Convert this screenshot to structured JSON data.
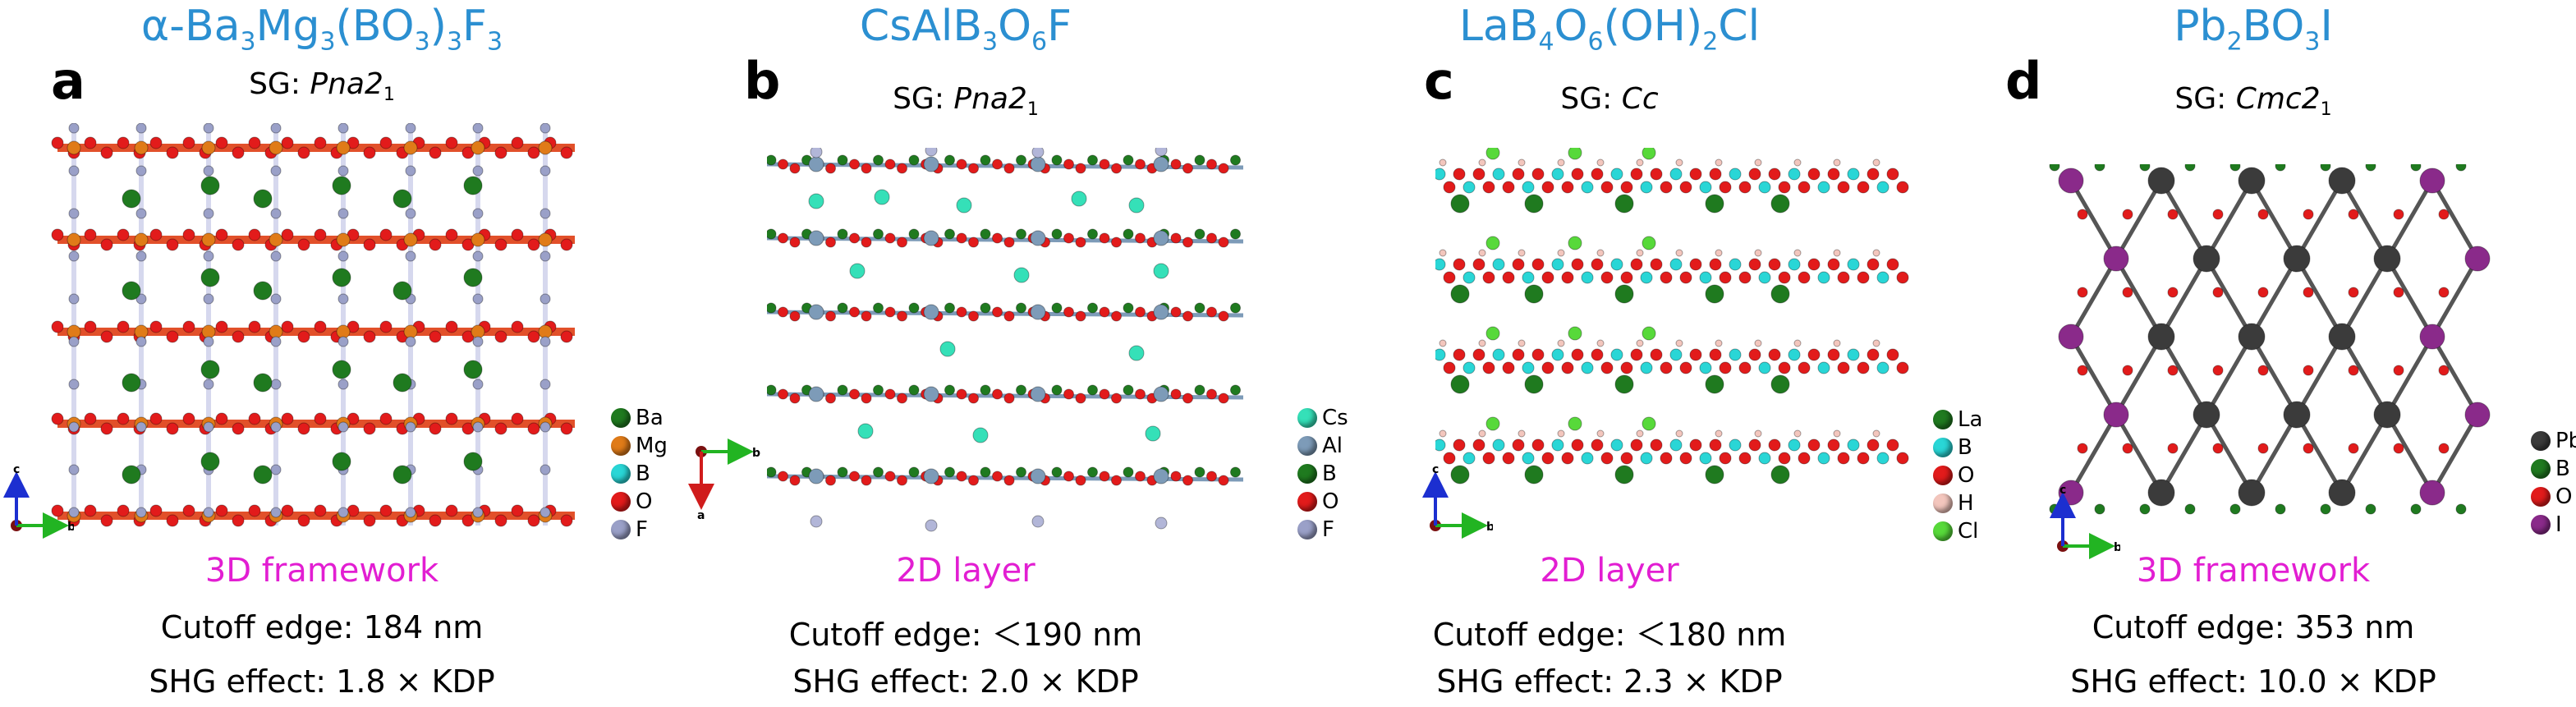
{
  "panels": [
    {
      "letter": "a",
      "formula": [
        [
          "t",
          "α-Ba"
        ],
        [
          "s",
          "3"
        ],
        [
          "t",
          "Mg"
        ],
        [
          "s",
          "3"
        ],
        [
          "t",
          "(BO"
        ],
        [
          "s",
          "3"
        ],
        [
          "t",
          ")"
        ],
        [
          "s",
          "3"
        ],
        [
          "t",
          "F"
        ],
        [
          "s",
          "3"
        ]
      ],
      "sg_prefix": "SG: ",
      "sg_main": "Pna2",
      "sg_sub": "1",
      "dimensionality": "3D framework",
      "cutoff": "Cutoff edge: 184 nm",
      "shg": "SHG effect: 1.8 × KDP",
      "legend": [
        {
          "label": "Ba",
          "color": "#1f7a1f"
        },
        {
          "label": "Mg",
          "color": "#e07b18"
        },
        {
          "label": "B",
          "color": "#29d6d6"
        },
        {
          "label": "O",
          "color": "#e21b1b"
        },
        {
          "label": "F",
          "color": "#9aa0c8"
        }
      ],
      "axes": {
        "up": "c",
        "right": "b"
      }
    },
    {
      "letter": "b",
      "formula": [
        [
          "t",
          "CsAlB"
        ],
        [
          "s",
          "3"
        ],
        [
          "t",
          "O"
        ],
        [
          "s",
          "6"
        ],
        [
          "t",
          "F"
        ]
      ],
      "sg_prefix": "SG: ",
      "sg_main": "Pna2",
      "sg_sub": "1",
      "dimensionality": "2D layer",
      "cutoff": "Cutoff edge: ＜190 nm",
      "shg": "SHG effect: 2.0 × KDP",
      "legend": [
        {
          "label": "Cs",
          "color": "#35e0b8"
        },
        {
          "label": "Al",
          "color": "#7d9bb8"
        },
        {
          "label": "B",
          "color": "#1f7a1f"
        },
        {
          "label": "O",
          "color": "#e21b1b"
        },
        {
          "label": "F",
          "color": "#9aa0c8"
        }
      ],
      "axes": {
        "right": "b",
        "down": "a"
      }
    },
    {
      "letter": "c",
      "formula": [
        [
          "t",
          "LaB"
        ],
        [
          "s",
          "4"
        ],
        [
          "t",
          "O"
        ],
        [
          "s",
          "6"
        ],
        [
          "t",
          "(OH)"
        ],
        [
          "s",
          "2"
        ],
        [
          "t",
          "Cl"
        ]
      ],
      "sg_prefix": "SG: ",
      "sg_main": "Cc",
      "sg_sub": "",
      "dimensionality": "2D layer",
      "cutoff": "Cutoff edge: ＜180 nm",
      "shg": "SHG effect: 2.3 × KDP",
      "legend": [
        {
          "label": "La",
          "color": "#1f7a1f"
        },
        {
          "label": "B",
          "color": "#29d6d6"
        },
        {
          "label": "O",
          "color": "#e21b1b"
        },
        {
          "label": "H",
          "color": "#f3c6bd"
        },
        {
          "label": "Cl",
          "color": "#57d93a"
        }
      ],
      "axes": {
        "up": "c",
        "right": "b"
      }
    },
    {
      "letter": "d",
      "formula": [
        [
          "t",
          "Pb"
        ],
        [
          "s",
          "2"
        ],
        [
          "t",
          "BO"
        ],
        [
          "s",
          "3"
        ],
        [
          "t",
          "I"
        ]
      ],
      "sg_prefix": "SG: ",
      "sg_main": "Cmc2",
      "sg_sub": "1",
      "dimensionality": "3D framework",
      "cutoff": "Cutoff edge: 353 nm",
      "shg": "SHG effect: 10.0 × KDP",
      "legend": [
        {
          "label": "Pb",
          "color": "#3b3b3b"
        },
        {
          "label": "B",
          "color": "#1f7a1f"
        },
        {
          "label": "O",
          "color": "#e21b1b"
        },
        {
          "label": "I",
          "color": "#8a2a8a"
        }
      ],
      "axes": {
        "up": "c",
        "right": "b"
      }
    }
  ]
}
